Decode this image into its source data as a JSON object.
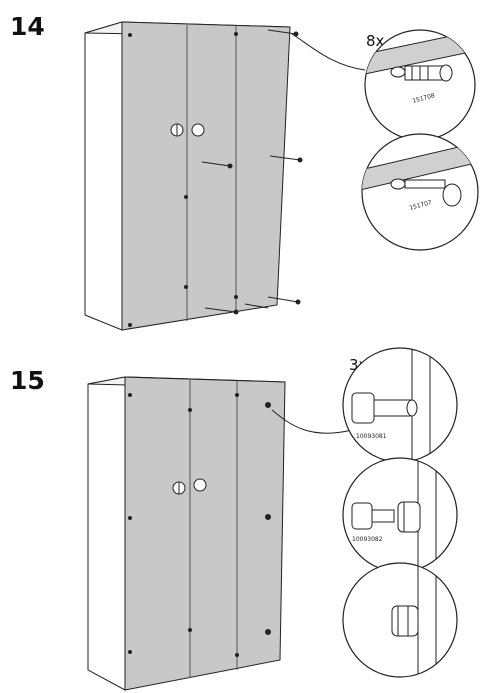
{
  "steps": [
    {
      "number": "14",
      "quantity": "8x",
      "part_a": "151708",
      "part_b": "151707"
    },
    {
      "number": "15",
      "quantity": "3x",
      "part_a": "10093081",
      "part_b": "10093082"
    }
  ],
  "colors": {
    "panel": "#c8c8c8",
    "line": "#222222",
    "background": "#ffffff"
  }
}
